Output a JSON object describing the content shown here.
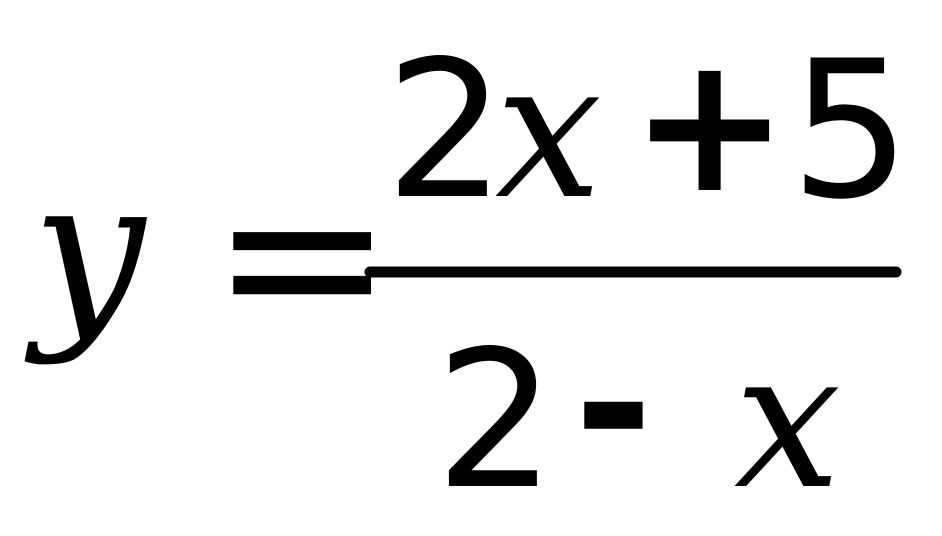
{
  "equation": {
    "lhs": {
      "variable": "y"
    },
    "relation": "=",
    "numerator": {
      "coefficient": "2",
      "variable": "x",
      "operator": "+",
      "constant": "5"
    },
    "denominator": {
      "constant": "2",
      "operator": "-",
      "variable": "x"
    }
  }
}
